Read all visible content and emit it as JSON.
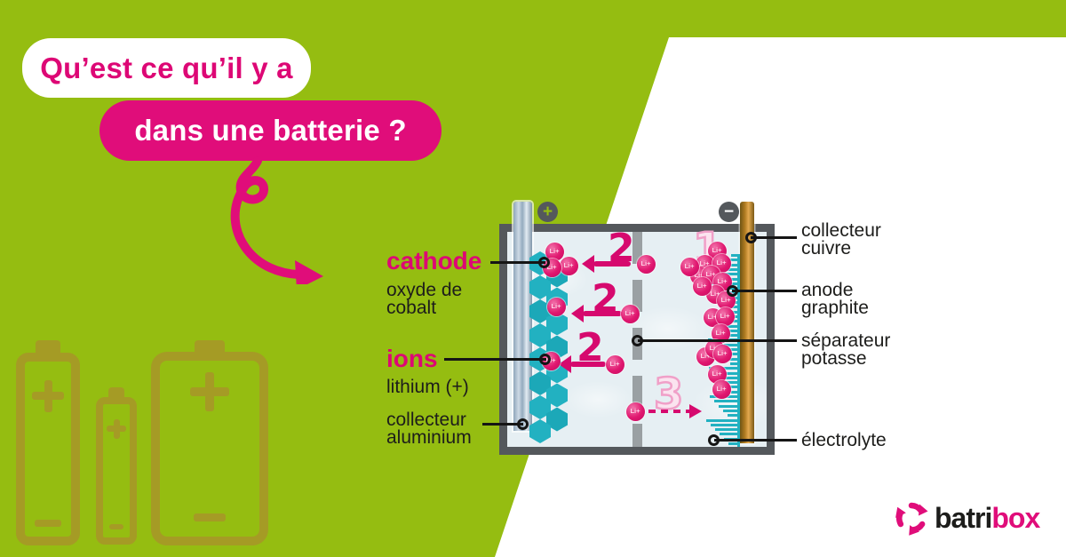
{
  "header": {
    "question_line1": "Qu’est ce qu’il y a",
    "question_line2": "dans une batterie ?"
  },
  "diagram": {
    "terminals": {
      "plus": "+",
      "minus": "−"
    },
    "ion_label": "Li+",
    "step1": "1",
    "step2": "2",
    "step3": "3",
    "labels": {
      "cathode_title": "cathode",
      "cathode_sub": "oxyde de cobalt",
      "ions_title": "ions",
      "ions_sub": "lithium (+)",
      "collector_aluminium": "collecteur aluminium",
      "collector_copper": "collecteur cuivre",
      "anode": "anode graphite",
      "separator": "séparateur potasse",
      "electrolyte": "électrolyte"
    }
  },
  "logo": {
    "name_black": "batri",
    "name_pink": "box"
  },
  "colors": {
    "background_green": "#95bd11",
    "brand_pink": "#e00d7a",
    "teal": "#22b1c1",
    "copper": "#b07b22",
    "aluminium": "#9db4c8",
    "battery_olive": "#a59b25",
    "box_border": "#54585c"
  }
}
